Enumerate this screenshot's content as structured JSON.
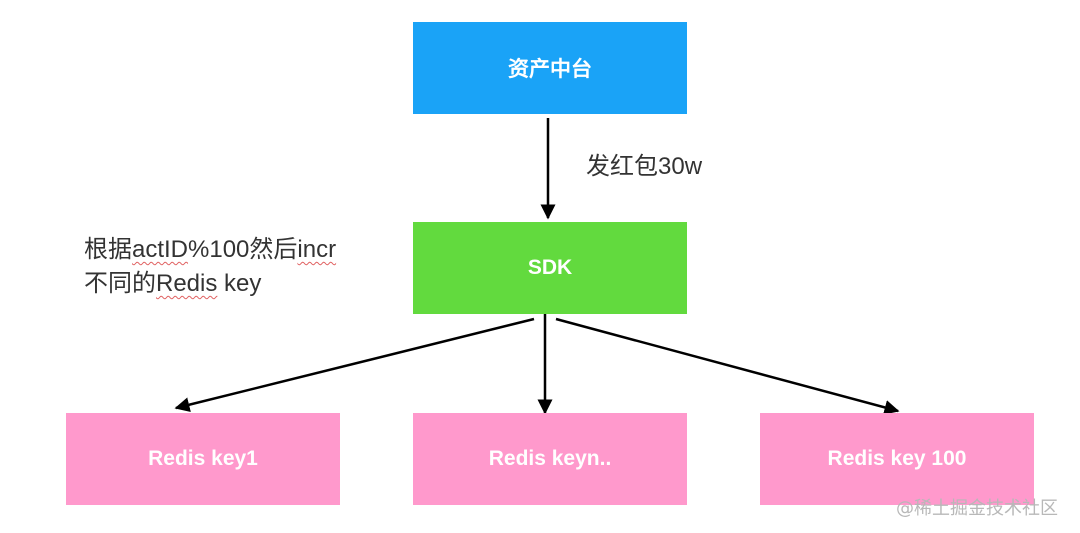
{
  "nodes": {
    "top": {
      "label": "资产中台",
      "color": "#1aa3f7"
    },
    "sdk": {
      "label": "SDK",
      "color": "#62da3e"
    },
    "key1": {
      "label": "Redis key1",
      "color": "#ff99cc"
    },
    "keyn": {
      "label": "Redis keyn..",
      "color": "#ff99cc"
    },
    "key100": {
      "label": "Redis key 100",
      "color": "#ff99cc"
    }
  },
  "edge_label": "发红包30w",
  "note": {
    "line1_prefix": "根据",
    "line1_underlined": "actID",
    "line1_suffix": "%100然后",
    "line1_underlined2": "incr",
    "line2_prefix": "不同的",
    "line2_underlined": "Redis",
    "line2_suffix": " key"
  },
  "watermark": "@稀土掘金技术社区"
}
